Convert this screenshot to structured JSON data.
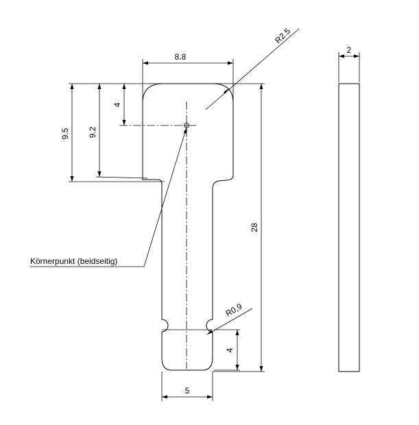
{
  "dimensions": {
    "width_top": "8.8",
    "radius_top": "R2.5",
    "thickness": "2",
    "height_9_5": "9.5",
    "height_9_2": "9.2",
    "height_4_top": "4",
    "total_length": "28",
    "radius_notch": "R0,9",
    "height_4_bottom": "4",
    "width_bottom": "5"
  },
  "annotations": {
    "center_punch": "Körnerpunkt (beidseitig)"
  }
}
